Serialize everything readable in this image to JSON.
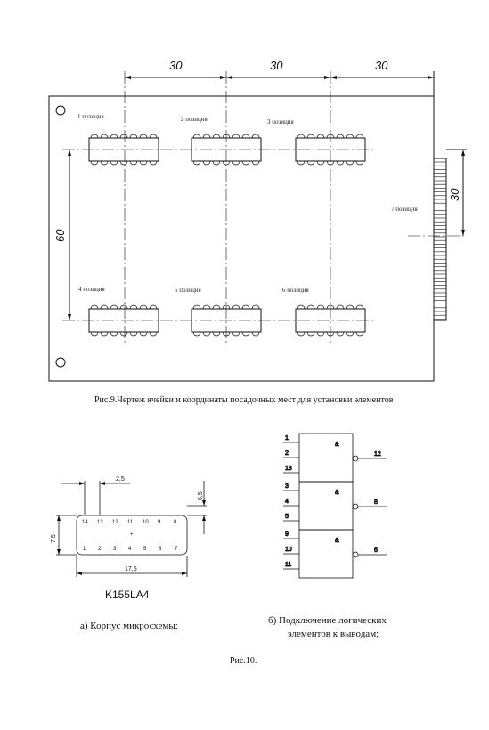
{
  "fig9": {
    "dims": {
      "h1": "30",
      "h2": "30",
      "h3": "30",
      "v_left": "60",
      "v_right": "30"
    },
    "positions": [
      "1 позиция",
      "2 позиция",
      "3 позиция",
      "4 позиция",
      "5 позиция",
      "6 позиция",
      "7 позиция"
    ],
    "caption": "Рис.9.Чертеж ячейки и координаты посадочных мест для  установки элементов"
  },
  "fig10a": {
    "dims": {
      "pitch": "2,5",
      "height": "6,5",
      "width_small": "7,5",
      "length": "17,5"
    },
    "top_pins": [
      "14",
      "13",
      "12",
      "11",
      "10",
      "9",
      "8"
    ],
    "bottom_pins": [
      "1",
      "2",
      "3",
      "4",
      "5",
      "6",
      "7"
    ],
    "part_name": "K155LA4",
    "caption": "а) Корпус микросхемы;"
  },
  "fig10b": {
    "gates": [
      {
        "inputs": [
          "1",
          "2",
          "13"
        ],
        "output": "12",
        "symbol": "&"
      },
      {
        "inputs": [
          "3",
          "4",
          "5"
        ],
        "output": "8",
        "symbol": "&"
      },
      {
        "inputs": [
          "9",
          "10",
          "11"
        ],
        "output": "6",
        "symbol": "&"
      }
    ],
    "caption_line1": "б) Подключение логических",
    "caption_line2": "элементов к выводам;"
  },
  "figure_caption": "Рис.10."
}
